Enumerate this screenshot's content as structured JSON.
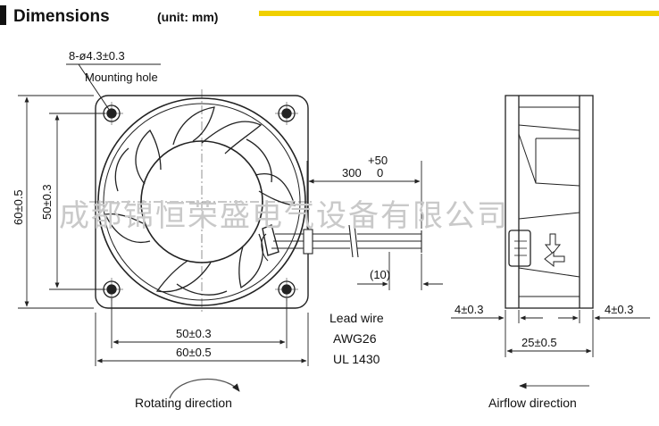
{
  "header": {
    "title": "Dimensions",
    "unit": "(unit: mm)",
    "accent_color": "#f0d000"
  },
  "front_view": {
    "hole_spec": "8-ø4.3±0.3",
    "hole_label": "Mounting hole",
    "height_outer": "60±0.5",
    "height_inner": "50±0.3",
    "width_inner": "50±0.3",
    "width_outer": "60±0.5",
    "rotation_label": "Rotating direction"
  },
  "cable": {
    "tolerance_plus": "+50",
    "length": "300",
    "tolerance_minus": "0",
    "strip": "(10)",
    "lead_wire_title": "Lead wire",
    "gauge": "AWG26",
    "standard": "UL 1430"
  },
  "side_view": {
    "flange_left": "4±0.3",
    "flange_right": "4±0.3",
    "depth": "25±0.5",
    "airflow_label": "Airflow direction"
  },
  "watermark": "成都锦恒荣盛电气设备有限公司"
}
